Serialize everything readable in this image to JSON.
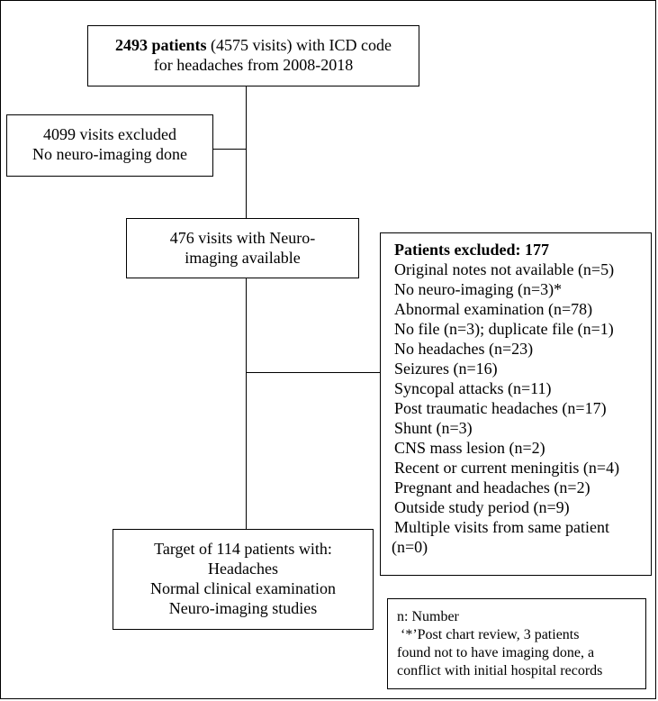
{
  "top_box": {
    "bold": "2493 patients",
    "rest": " (4575 visits) with ICD code",
    "line2": "for headaches from 2008-2018"
  },
  "excluded_visits_box": {
    "line1": "4099 visits excluded",
    "line2": "No neuro-imaging done"
  },
  "imaging_box": {
    "line1": "476 visits with Neuro-",
    "line2": "imaging available"
  },
  "patients_excluded_box": {
    "title": "Patients excluded: 177",
    "items": [
      "Original notes not available (n=5)",
      "No neuro-imaging (n=3)*",
      "Abnormal examination (n=78)",
      "No file (n=3); duplicate file (n=1)",
      "No headaches (n=23)",
      "Seizures (n=16)",
      "Syncopal attacks (n=11)",
      "Post traumatic headaches (n=17)",
      "Shunt (n=3)",
      "CNS mass lesion (n=2)",
      "Recent or current meningitis (n=4)",
      "Pregnant and headaches (n=2)",
      "Outside study period (n=9)",
      "Multiple visits from same patient",
      "(n=0)"
    ]
  },
  "target_box": {
    "lines": [
      "Target of 114 patients with:",
      "Headaches",
      "Normal clinical examination",
      "Neuro-imaging studies"
    ]
  },
  "footnote_box": {
    "lines": [
      "n: Number",
      " ‘*’Post chart review, 3 patients",
      "found not to have imaging done, a",
      "conflict with initial hospital records"
    ]
  }
}
